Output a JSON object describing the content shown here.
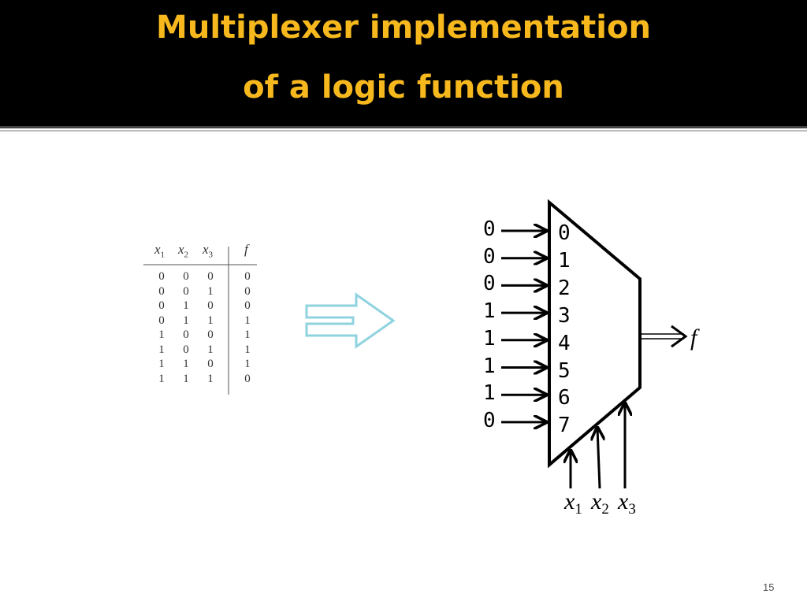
{
  "title": {
    "line1": "Multiplexer implementation",
    "line2": "of a logic function"
  },
  "truth_table": {
    "headers": [
      "x",
      "x",
      "x",
      "f"
    ],
    "header_subscripts": [
      "1",
      "2",
      "3",
      ""
    ],
    "rows": [
      [
        "0",
        "0",
        "0",
        "0"
      ],
      [
        "0",
        "0",
        "1",
        "0"
      ],
      [
        "0",
        "1",
        "0",
        "0"
      ],
      [
        "0",
        "1",
        "1",
        "1"
      ],
      [
        "1",
        "0",
        "0",
        "1"
      ],
      [
        "1",
        "0",
        "1",
        "1"
      ],
      [
        "1",
        "1",
        "0",
        "1"
      ],
      [
        "1",
        "1",
        "1",
        "0"
      ]
    ]
  },
  "mux": {
    "data_inputs": [
      "0",
      "0",
      "0",
      "1",
      "1",
      "1",
      "1",
      "0"
    ],
    "input_indices": [
      "0",
      "1",
      "2",
      "3",
      "4",
      "5",
      "6",
      "7"
    ],
    "select_inputs": [
      {
        "name": "x",
        "sub": "1"
      },
      {
        "name": "x",
        "sub": "2"
      },
      {
        "name": "x",
        "sub": "3"
      }
    ],
    "output_label": "f"
  },
  "arrow_color": "#8fd3df",
  "title_color": "#f6b81d",
  "page_number": "15"
}
